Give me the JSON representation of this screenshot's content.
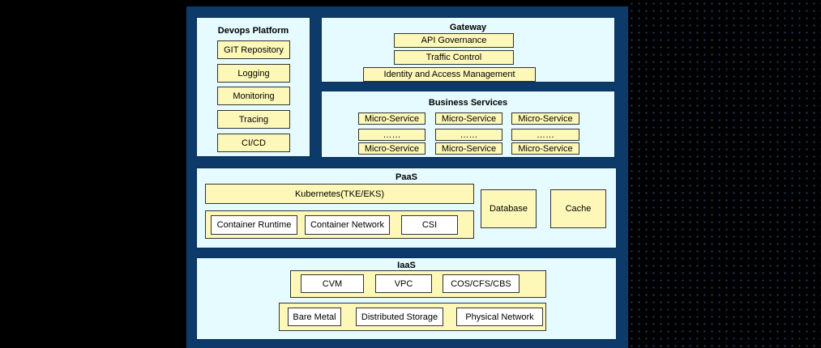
{
  "devops": {
    "title": "Devops Platform",
    "items": [
      "GIT Repository",
      "Logging",
      "Monitoring",
      "Tracing",
      "CI/CD"
    ]
  },
  "gateway": {
    "title": "Gateway",
    "items": [
      "API Governance",
      "Traffic Control",
      "Identity and Access Management"
    ]
  },
  "business": {
    "title": "Business Services",
    "rows": [
      [
        "Micro-Service",
        "Micro-Service",
        "Micro-Service"
      ],
      [
        "……",
        "……",
        "……"
      ],
      [
        "Micro-Service",
        "Micro-Service",
        "Micro-Service"
      ]
    ]
  },
  "paas": {
    "title": "PaaS",
    "kubernetes": "Kubernetes(TKE/EKS)",
    "runtime": [
      "Container Runtime",
      "Container Network",
      "CSI"
    ],
    "database": "Database",
    "cache": "Cache"
  },
  "iaas": {
    "title": "IaaS",
    "top": [
      "CVM",
      "VPC",
      "COS/CFS/CBS"
    ],
    "bottom": [
      "Bare Metal",
      "Distributed Storage",
      "Physical Network"
    ]
  }
}
